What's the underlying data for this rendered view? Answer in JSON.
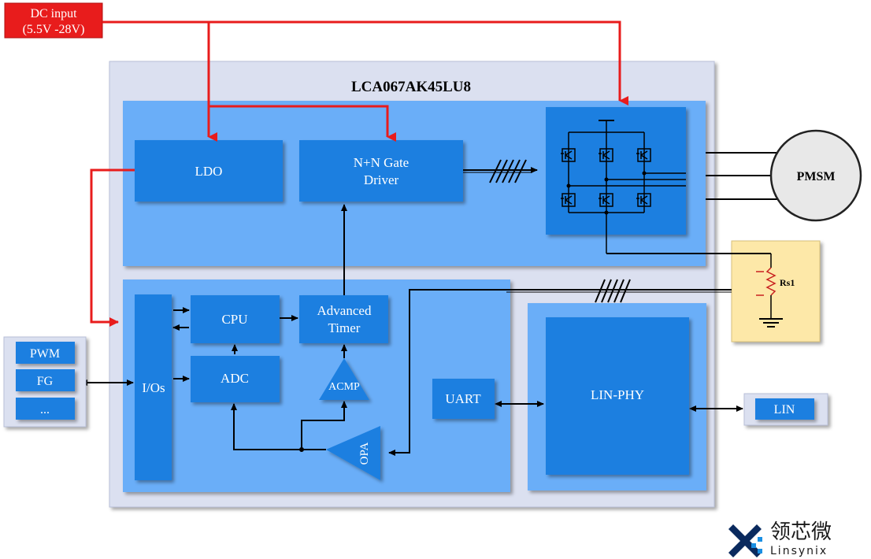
{
  "dc_input": {
    "line1": "DC input",
    "line2": "(5.5V -28V)"
  },
  "chip": {
    "title": "LCA067AK45LU8"
  },
  "blocks": {
    "ldo": "LDO",
    "gate_driver": {
      "line1": "N+N Gate",
      "line2": "Driver"
    },
    "cpu": "CPU",
    "adc": "ADC",
    "advanced_timer": {
      "line1": "Advanced",
      "line2": "Timer"
    },
    "acmp": "ACMP",
    "opa": "OPA",
    "ios": "I/Os",
    "uart": "UART",
    "lin_phy": "LIN-PHY"
  },
  "motor": "PMSM",
  "shunt": "Rs1",
  "external_io": [
    "PWM",
    "FG",
    "..."
  ],
  "lin_port": "LIN",
  "logo": {
    "cn": "领芯微",
    "en": "Linsynix"
  },
  "colors": {
    "chip_bg": "#dbe0f0",
    "panel": "#6aaef8",
    "block": "#1c7fe0",
    "power_line": "#e81c1c",
    "shunt_bg": "#fde8a8",
    "logo_accent": "#1a8fe3"
  }
}
